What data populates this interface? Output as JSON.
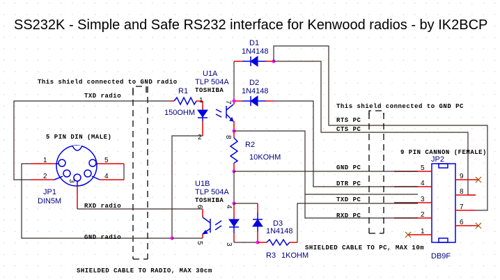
{
  "title": "SS232K - Simple and Safe RS232 interface for Kenwood radios - by IK2BCP",
  "components": {
    "d1": {
      "ref": "D1",
      "value": "1N4148"
    },
    "d2": {
      "ref": "D2",
      "value": "1N4148"
    },
    "d3": {
      "ref": "D3",
      "value": "1N4148"
    },
    "r1": {
      "ref": "R1",
      "value": "150OHM"
    },
    "r2": {
      "ref": "R2",
      "value": "10KOHM"
    },
    "r3": {
      "ref": "R3",
      "value": "1KOHM"
    },
    "u1a": {
      "ref": "U1A",
      "part": "TLP 504A",
      "maker": "TOSHIBA"
    },
    "u1b": {
      "ref": "U1B",
      "part": "TLP 504A",
      "maker": "TOSHIBA"
    },
    "jp1": {
      "ref": "JP1",
      "value": "DIN5M",
      "desc": "5 PIN DIN (MALE)",
      "pins": [
        "1",
        "2",
        "3",
        "4",
        "5"
      ]
    },
    "jp2": {
      "ref": "JP2",
      "value": "DB9F",
      "desc": "9 PIN CANNON (FEMALE)",
      "pins": [
        "1",
        "2",
        "3",
        "4",
        "5",
        "6",
        "7",
        "8",
        "9"
      ]
    }
  },
  "opto_pins": {
    "u1a_led_anode": "1",
    "u1a_led_cathode": "2",
    "u1a_collector": "7",
    "u1a_emitter": "8",
    "u1b_collector": "6",
    "u1b_emitter": "5",
    "u1b_led_anode": "4",
    "u1b_led_cathode": "3"
  },
  "nets": {
    "txd_radio": "TXD radio",
    "rxd_radio": "RXD radio",
    "gnd_radio": "GND radio",
    "rts_pc": "RTS PC",
    "cts_pc": "CTS PC",
    "gnd_pc": "GND PC",
    "dtr_pc": "DTR PC",
    "txd_pc": "TXD PC",
    "rxd_pc": "RXD PC"
  },
  "notes": {
    "shield_radio": "This shield connected to GND radio",
    "shield_pc": "This shield connected to GND PC",
    "cable_radio": "SHIELDED CABLE TO RADIO, MAX 30cm",
    "cable_pc": "SHIELDED CABLE TO PC, MAX 10m"
  }
}
